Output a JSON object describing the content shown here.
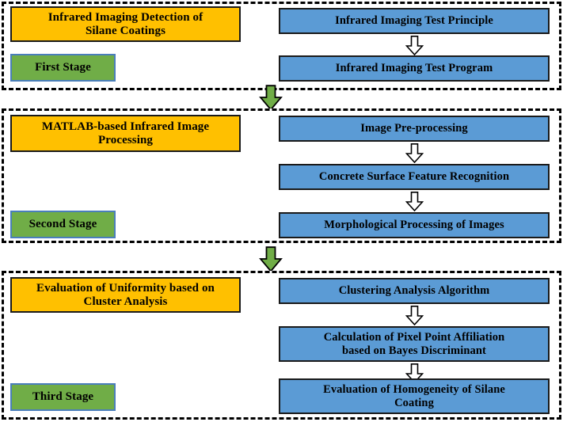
{
  "diagram": {
    "title": "Three-stage research flowchart for infrared imaging detection of silane coatings",
    "colors": {
      "title_box_fill": "#FFC000",
      "stage_box_fill": "#70AD47",
      "stage_box_border": "#4A7EBB",
      "step_box_fill": "#5B9BD5",
      "step_box_border": "#1A1A1A",
      "connector_arrow_fill": "#70AD47",
      "inline_arrow_fill": "#FFFFFF",
      "frame_border": "#000000",
      "background": "#FFFFFF"
    },
    "stages": [
      {
        "id": "stage-1",
        "title": "Infrared Imaging Detection of Silane Coatings",
        "title_lines": [
          "Infrared Imaging Detection of",
          "Silane Coatings"
        ],
        "stage_label": "First Stage",
        "steps": [
          {
            "id": "step-1-1",
            "label": "Infrared Imaging Test Principle",
            "lines": [
              "Infrared Imaging Test Principle"
            ]
          },
          {
            "id": "step-1-2",
            "label": "Infrared Imaging Test Program",
            "lines": [
              "Infrared Imaging Test Program"
            ]
          }
        ]
      },
      {
        "id": "stage-2",
        "title": "MATLAB-based Infrared Image Processing",
        "title_lines": [
          "MATLAB-based Infrared Image",
          "Processing"
        ],
        "stage_label": "Second Stage",
        "steps": [
          {
            "id": "step-2-1",
            "label": "Image Pre-processing",
            "lines": [
              "Image Pre-processing"
            ]
          },
          {
            "id": "step-2-2",
            "label": "Concrete Surface Feature Recognition",
            "lines": [
              "Concrete Surface Feature Recognition"
            ]
          },
          {
            "id": "step-2-3",
            "label": "Morphological Processing of Images",
            "lines": [
              "Morphological Processing of Images"
            ]
          }
        ]
      },
      {
        "id": "stage-3",
        "title": "Evaluation of Uniformity based on Cluster Analysis",
        "title_lines": [
          "Evaluation of Uniformity based on",
          "Cluster Analysis"
        ],
        "stage_label": "Third  Stage",
        "steps": [
          {
            "id": "step-3-1",
            "label": "Clustering Analysis Algorithm",
            "lines": [
              "Clustering Analysis Algorithm"
            ]
          },
          {
            "id": "step-3-2",
            "label": "Calculation of Pixel Point Affiliation based on Bayes Discriminant",
            "lines": [
              "Calculation of Pixel Point Affiliation",
              "based on Bayes Discriminant"
            ]
          },
          {
            "id": "step-3-3",
            "label": "Evaluation of Homogeneity of Silane Coating",
            "lines": [
              "Evaluation of Homogeneity of Silane",
              "Coating"
            ]
          }
        ]
      }
    ],
    "connectors": {
      "stage_to_stage": [
        {
          "id": "connector-stage1-stage2",
          "icon": "down-arrow-icon",
          "from": "stage-1",
          "to": "stage-2"
        },
        {
          "id": "connector-stage2-stage3",
          "icon": "down-arrow-icon",
          "from": "stage-2",
          "to": "stage-3"
        }
      ],
      "step_to_step": [
        {
          "id": "connector-step-1-1-1-2",
          "icon": "down-arrow-icon",
          "from": "step-1-1",
          "to": "step-1-2"
        },
        {
          "id": "connector-step-2-1-2-2",
          "icon": "down-arrow-icon",
          "from": "step-2-1",
          "to": "step-2-2"
        },
        {
          "id": "connector-step-2-2-2-3",
          "icon": "down-arrow-icon",
          "from": "step-2-2",
          "to": "step-2-3"
        },
        {
          "id": "connector-step-3-1-3-2",
          "icon": "down-arrow-icon",
          "from": "step-3-1",
          "to": "step-3-2"
        },
        {
          "id": "connector-step-3-2-3-3",
          "icon": "down-arrow-icon",
          "from": "step-3-2",
          "to": "step-3-3"
        }
      ]
    }
  }
}
